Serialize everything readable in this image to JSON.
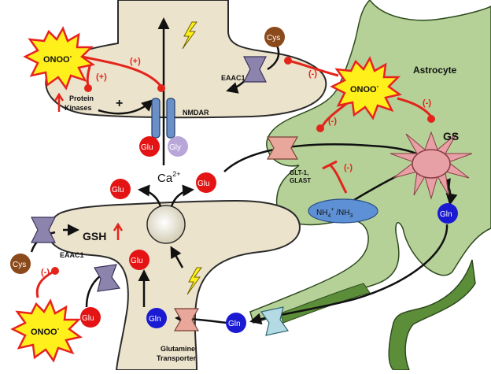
{
  "labels": {
    "astrocyte": "Astrocyte",
    "eaac1_top": "EAAC1",
    "eaac1_bottom": "EAAC1",
    "nmdar": "NMDAR",
    "protein_kinases_line1": "Protein",
    "protein_kinases_line2": "Kinases",
    "glt1_line1": "GLT-1,",
    "glt1_line2": "GLAST",
    "gs": "GS",
    "gsh": "GSH",
    "ca": "Ca",
    "ca_sup": "2+",
    "nh4_a": "NH",
    "nh4_sub": "4",
    "nh4_sup": "+",
    "nh3_rest": " /NH",
    "nh3_sub": "3",
    "glutamine_transporter_line1": "Glutamine",
    "glutamine_transporter_line2": "Transporter",
    "plus_sign": "+"
  },
  "molecules": {
    "glu": "Glu",
    "gly": "Gly",
    "gln": "Gln",
    "cys": "Cys",
    "onoo": "ONOO",
    "onoo_sup": "-"
  },
  "effects": {
    "plus": "(+)",
    "minus": "(-)"
  },
  "colors": {
    "neuron_fill": "#ece3cc",
    "neuron_stroke": "#2b2b2b",
    "astrocyte_fill": "#b5d198",
    "astrocyte_dark": "#5c8e3a",
    "inhibit_red": "#e3241b",
    "glu_red": "#e41414",
    "gln_blue": "#1a1ad2",
    "gly_lilac": "#b9a6d9",
    "cys_brown": "#8b4a1b",
    "burst_yellow": "#ffef1a",
    "burst_red": "#e8231f",
    "gs_pink": "#e7a0a5",
    "nh_blue": "#5e90d5",
    "transporter_purple": "#8d84ad",
    "transporter_pink": "#e9a79b",
    "transporter_cyan": "#b4dbe4"
  }
}
